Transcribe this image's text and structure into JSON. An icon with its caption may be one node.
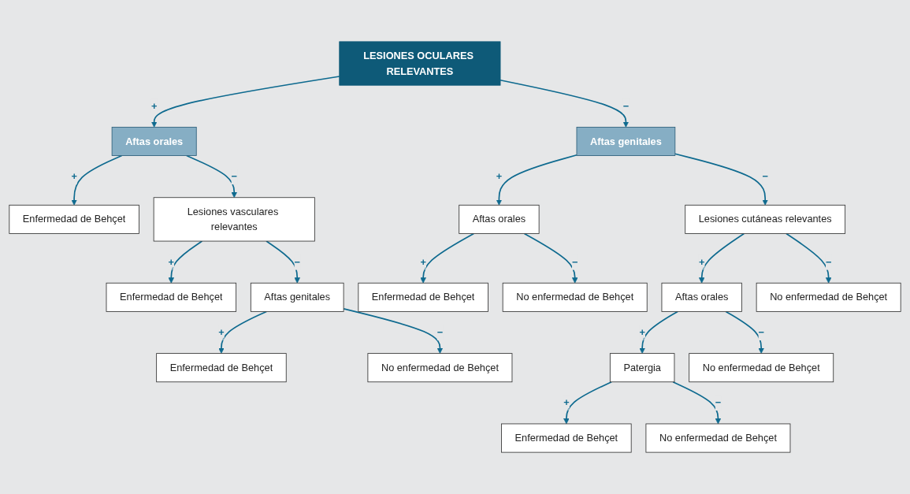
{
  "diagram": {
    "nodes": [
      {
        "text": [
          "LESIONES OCULARES RELEVANTES"
        ]
      },
      {
        "text": [
          "Aftas orales"
        ]
      },
      {
        "text": [
          "Aftas genitales"
        ]
      },
      {
        "text": [
          "Enfermedad de Behçet"
        ]
      },
      {
        "text": [
          "Lesiones vasculares relevantes"
        ]
      },
      {
        "text": [
          "Enfermedad de Behçet"
        ]
      },
      {
        "text": [
          "Aftas genitales"
        ]
      },
      {
        "text": [
          "Enfermedad de Behçet"
        ]
      },
      {
        "text": [
          "No enfermedad de Behçet"
        ]
      },
      {
        "text": [
          "Aftas orales"
        ]
      },
      {
        "text": [
          "Lesiones cutáneas relevantes"
        ]
      },
      {
        "text": [
          "Enfermedad de Behçet"
        ]
      },
      {
        "text": [
          "No enfermedad de Behçet"
        ]
      },
      {
        "text": [
          "Aftas orales"
        ]
      },
      {
        "text": [
          "No enfermedad de Behçet"
        ]
      },
      {
        "text": [
          "Patergia"
        ]
      },
      {
        "text": [
          "No enfermedad de Behçet"
        ]
      },
      {
        "text": [
          "Enfermedad de Behçet"
        ]
      },
      {
        "text": [
          "No enfermedad de Behçet"
        ]
      }
    ],
    "edges": [
      {
        "from": 0,
        "to": 1,
        "arrow": "to",
        "label": "+"
      },
      {
        "from": 0,
        "to": 2,
        "arrow": "to",
        "label": "−"
      },
      {
        "from": 1,
        "to": 3,
        "arrow": "to",
        "label": "+"
      },
      {
        "from": 1,
        "to": 4,
        "arrow": "to",
        "label": "−"
      },
      {
        "from": 4,
        "to": 5,
        "arrow": "to",
        "label": "+"
      },
      {
        "from": 4,
        "to": 6,
        "arrow": "to",
        "label": "−"
      },
      {
        "from": 6,
        "to": 7,
        "arrow": "to",
        "label": "+"
      },
      {
        "from": 6,
        "to": 8,
        "arrow": "to",
        "label": "−"
      },
      {
        "from": 2,
        "to": 9,
        "arrow": "to",
        "label": "+"
      },
      {
        "from": 2,
        "to": 10,
        "arrow": "to",
        "label": "−"
      },
      {
        "from": 9,
        "to": 11,
        "arrow": "to",
        "label": "+"
      },
      {
        "from": 9,
        "to": 12,
        "arrow": "to",
        "label": "−"
      },
      {
        "from": 10,
        "to": 13,
        "arrow": "to",
        "label": "+"
      },
      {
        "from": 10,
        "to": 14,
        "arrow": "to",
        "label": "−"
      },
      {
        "from": 13,
        "to": 15,
        "arrow": "to",
        "label": "+"
      },
      {
        "from": 13,
        "to": 16,
        "arrow": "to",
        "label": "−"
      },
      {
        "from": 15,
        "to": 17,
        "arrow": "to",
        "label": "+"
      },
      {
        "from": 15,
        "to": 18,
        "arrow": "to",
        "label": "−"
      }
    ]
  }
}
